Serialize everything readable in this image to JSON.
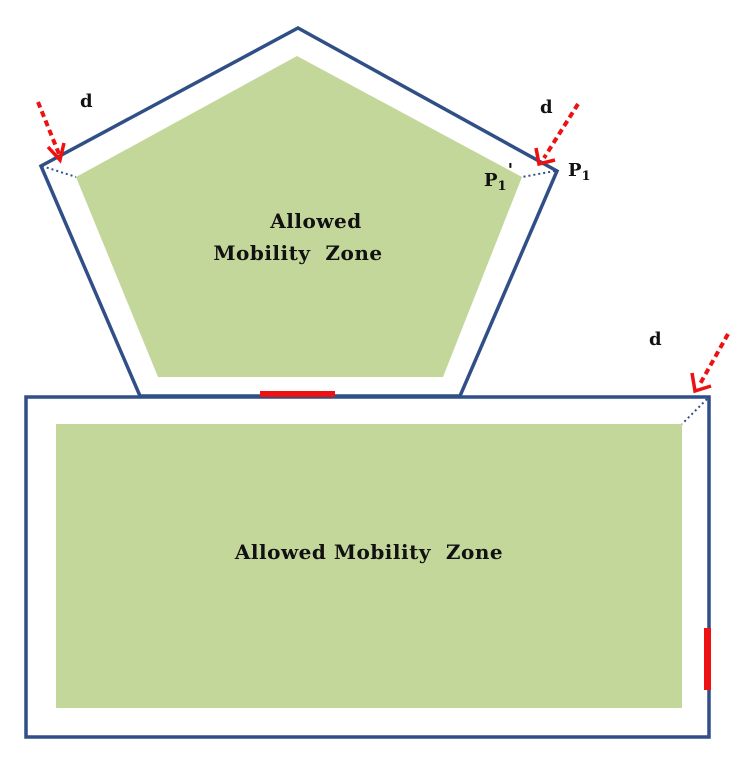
{
  "colors": {
    "outline": "#2f4f86",
    "zone_fill": "#c4d79b",
    "door_red": "#ee1111",
    "arrow_red": "#ee1111",
    "offset_line": "#2f4f86"
  },
  "pentagon": {
    "zone_label_line1": "Allowed",
    "zone_label_line2": "Mobility  Zone"
  },
  "rectangle": {
    "zone_label": "Allowed Mobility  Zone"
  },
  "annotations": {
    "d_left": "d",
    "d_right": "d",
    "d_rect": "d",
    "p1_prime_base": "P",
    "p1_prime_sub": "1",
    "p1_prime_mark": "'",
    "p1_base": "P",
    "p1_sub": "1"
  }
}
